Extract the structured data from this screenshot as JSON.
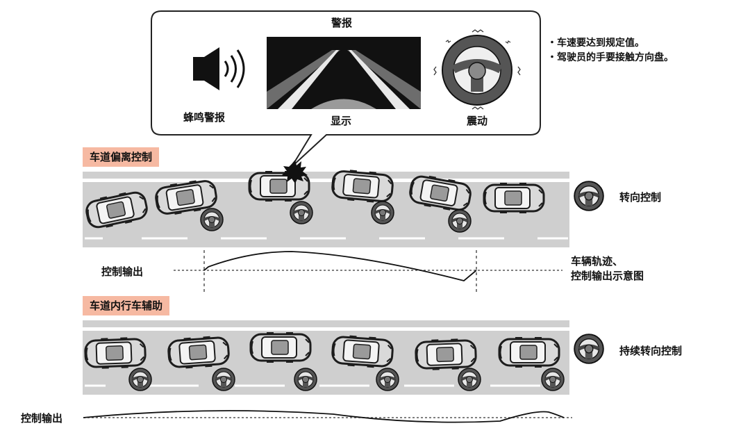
{
  "alert_box": {
    "title": "警报",
    "buzzer_label": "蜂鸣警报",
    "display_label": "显示",
    "vibration_label": "震动"
  },
  "notes": [
    "・车速要达到规定值。",
    "・驾驶员的手要接触方向盘。"
  ],
  "lane_departure": {
    "badge": "车道偏离控制",
    "side_label": "转向控制",
    "output_label": "控制输出",
    "trajectory_label_line1": "车辆轨迹、",
    "trajectory_label_line2": "控制输出示意图"
  },
  "lane_keeping": {
    "badge": "车道内行车辅助",
    "side_label": "持续转向控制",
    "output_label": "控制输出"
  },
  "colors": {
    "road": "#cfcfcf",
    "badge": "#f6b9a2",
    "car_body": "#d9d9d9",
    "outline": "#222222"
  },
  "icons": {
    "buzzer": "speaker-icon",
    "display": "road-display-icon",
    "vibration": "steering-wheel-icon"
  }
}
